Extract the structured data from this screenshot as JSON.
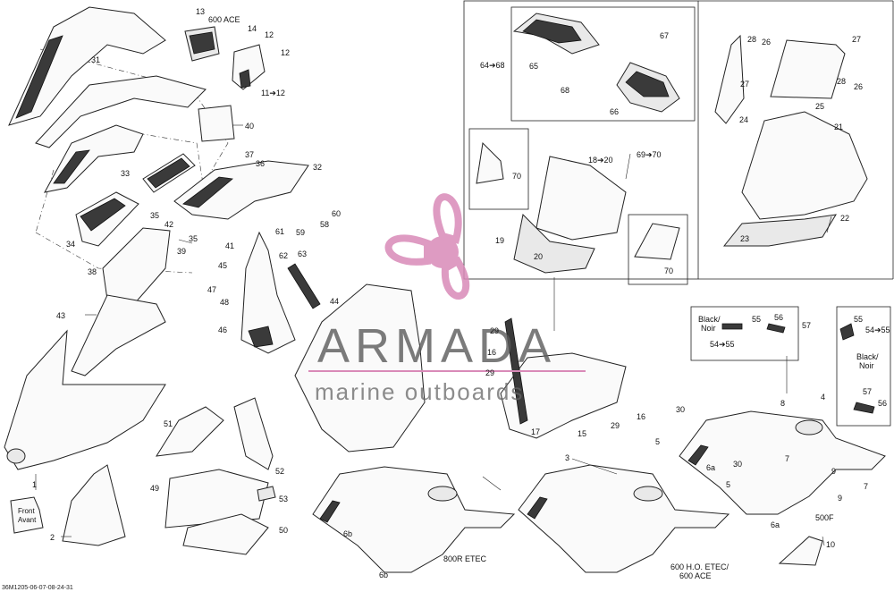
{
  "callouts": {
    "n1": "1",
    "n2": "2",
    "n3": "3",
    "n4": "4",
    "n5a": "5",
    "n5b": "5",
    "n6a_1": "6a",
    "n6a_2": "6a",
    "n6b_1": "6b",
    "n6b_2": "6b",
    "n7a": "7",
    "n7b": "7",
    "n8": "8",
    "n9a": "9",
    "n9b": "9",
    "n10": "10",
    "n11_12": "11➔12",
    "n12a": "12",
    "n12b": "12",
    "n13": "13",
    "n14": "14",
    "n15": "15",
    "n16a": "16",
    "n16b": "16",
    "n17": "17",
    "n18_20": "18➔20",
    "n19": "19",
    "n20": "20",
    "n21": "21",
    "n22": "22",
    "n23": "23",
    "n24": "24",
    "n25": "25",
    "n26a": "26",
    "n26b": "26",
    "n27a": "27",
    "n27b": "27",
    "n28a": "28",
    "n28b": "28",
    "n29a": "29",
    "n29b": "29",
    "n29c": "29",
    "n30a": "30",
    "n30b": "30",
    "n31": "31",
    "n32": "32",
    "n33": "33",
    "n34": "34",
    "n35a": "35",
    "n35b": "35",
    "n36": "36",
    "n37": "37",
    "n38": "38",
    "n39": "39",
    "n40": "40",
    "n41": "41",
    "n42": "42",
    "n43": "43",
    "n44": "44",
    "n45": "45",
    "n46": "46",
    "n47": "47",
    "n48": "48",
    "n49": "49",
    "n50": "50",
    "n51": "51",
    "n52": "52",
    "n53": "53",
    "n54_55a": "54➔55",
    "n54_55b": "54➔55",
    "n55a": "55",
    "n55b": "55",
    "n56a": "56",
    "n56b": "56",
    "n57a": "57",
    "n57b": "57",
    "n58": "58",
    "n59": "59",
    "n60": "60",
    "n61": "61",
    "n62": "62",
    "n63": "63",
    "n64_68": "64➔68",
    "n65": "65",
    "n66": "66",
    "n67": "67",
    "n68": "68",
    "n69_70": "69➔70",
    "n70a": "70",
    "n70b": "70",
    "n500f": "500F"
  },
  "text_labels": {
    "ace600_top": "600 ACE",
    "black_noir_1a": "Black/",
    "black_noir_1b": "Noir",
    "black_noir_2a": "Black/",
    "black_noir_2b": "Noir",
    "etec800r": "800R ETEC",
    "ho_etec_a": "600 H.O. ETEC/",
    "ho_etec_b": "600 ACE",
    "front_a": "Front",
    "front_b": "Avant",
    "drawing_code": "36M1205-06-07-08-24-31"
  },
  "watermark": {
    "word": "ARMADA",
    "sub": "marine outboards",
    "color": "#d98ab8"
  }
}
